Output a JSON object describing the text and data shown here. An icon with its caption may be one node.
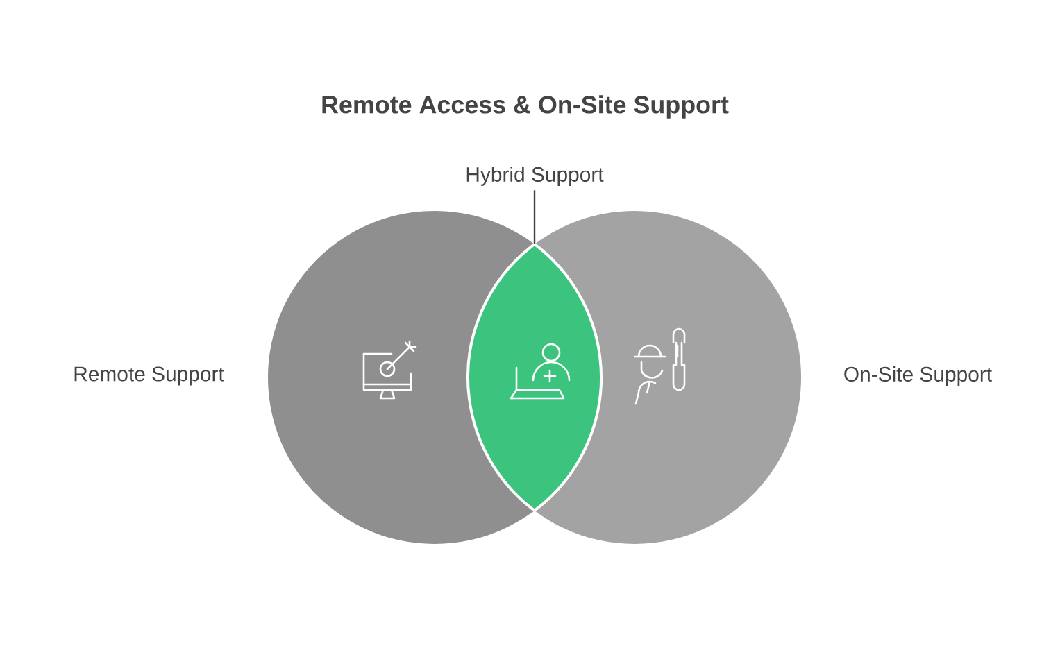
{
  "diagram": {
    "title": "Remote Access & On-Site Support",
    "nodes": [
      {
        "text": [
          "Remote Support"
        ]
      },
      {
        "text": [
          "On-Site Support"
        ]
      },
      {
        "text": [
          "Hybrid Support"
        ]
      },
      {
        "text": [],
        "shape": "lens"
      }
    ],
    "edges": [
      {
        "from": 2,
        "to": 3,
        "arrow": "none"
      }
    ]
  }
}
